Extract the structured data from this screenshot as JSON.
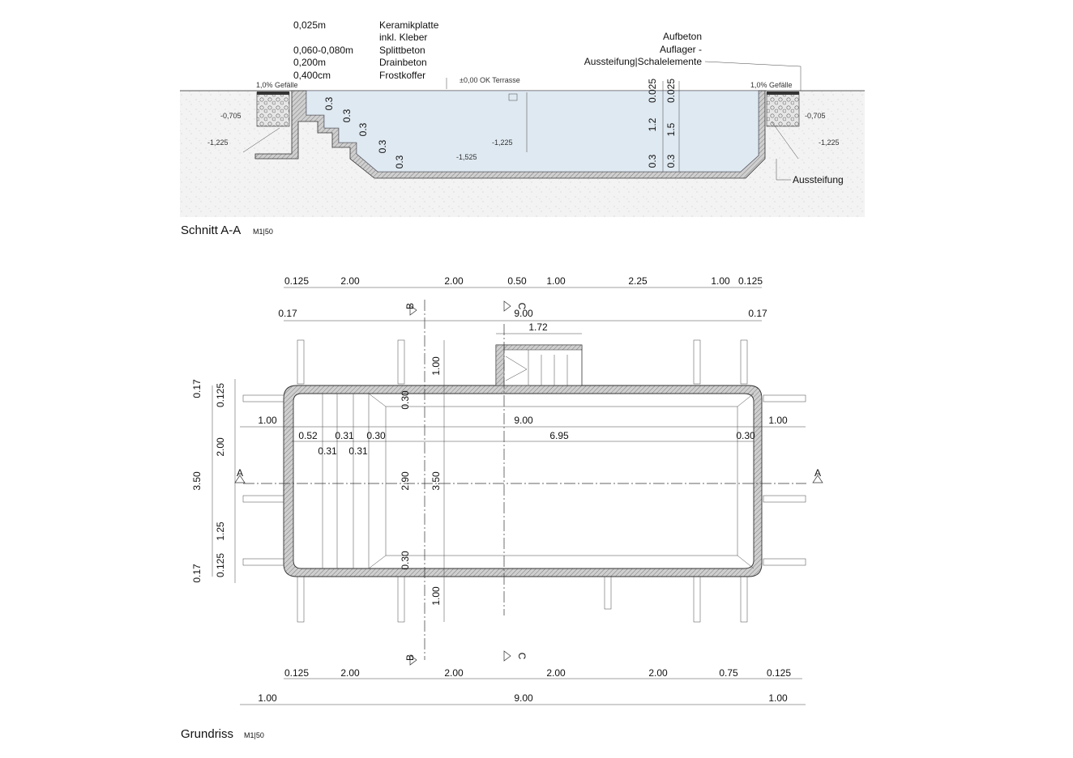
{
  "section": {
    "caption": "Schnitt A-A",
    "scale": "M1|50",
    "layers": {
      "thicknesses": [
        "0,025m",
        "0,060-0,080m",
        "0,200m",
        "0,400cm"
      ],
      "materials": [
        "Keramikplatte",
        "inkl. Kleber",
        "Splittbeton",
        "Drainbeton",
        "Frostkoffer"
      ]
    },
    "callouts": [
      "Aufbeton",
      "Auflager -",
      "Aussteifung|Schalelemente"
    ],
    "aussteifung": "Aussteifung",
    "level_terrace": "±0,00 OK Terrasse",
    "slope_left": "1,0% Gefälle",
    "slope_right": "1,0% Gefälle",
    "levels": {
      "left_705": "-0,705",
      "left_1225": "-1,225",
      "mid_1225": "-1,225",
      "bottom_1525": "-1,525",
      "right_705": "-0,705",
      "right_1225": "-1,225"
    },
    "steps": [
      "0.3",
      "0.3",
      "0.3",
      "0.3",
      "0.3"
    ],
    "right_dims": {
      "d025a": "0.025",
      "d025b": "0.025",
      "d12": "1.2",
      "d15": "1.5",
      "d03": "0.3",
      "d03b": "0.3"
    }
  },
  "plan": {
    "caption": "Grundriss",
    "scale": "M1|50",
    "top_row1": [
      "0.125",
      "2.00",
      "2.00",
      "0.50",
      "1.00",
      "2.25",
      "1.00",
      "0.125"
    ],
    "top_row2": {
      "left": "0.17",
      "mid": "9.00",
      "right": "0.17"
    },
    "skimmer_width": "1.72",
    "inner_row1": {
      "left": "1.00",
      "mid": "9.00",
      "right": "1.00"
    },
    "inner_row2": [
      "0.52",
      "0.31",
      "0.30",
      "6.95",
      "0.30"
    ],
    "inner_row3": [
      "0.31",
      "0.31"
    ],
    "left_col_inner": [
      "0.17",
      "0.125",
      "2.00",
      "1.25",
      "0.125",
      "0.17"
    ],
    "left_col_outer": "3.50",
    "vertical_mid": {
      "d100a": "1.00",
      "d030a": "0.30",
      "d290": "2.90",
      "d350": "3.50",
      "d030b": "0.30",
      "d100b": "1.00"
    },
    "bottom_row1": [
      "0.125",
      "2.00",
      "2.00",
      "2.00",
      "2.00",
      "0.75",
      "0.125"
    ],
    "bottom_row2": {
      "left": "1.00",
      "mid": "9.00",
      "right": "1.00"
    },
    "section_marks": {
      "a": "A",
      "b": "B",
      "c": "C"
    }
  },
  "colors": {
    "water": "#dfe9f1",
    "concrete": "#b9b9b9",
    "ground": "#f1f1f1"
  }
}
